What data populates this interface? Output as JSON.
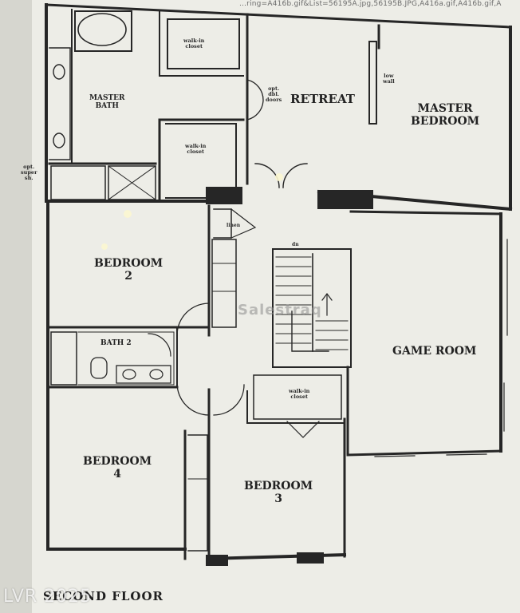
{
  "header_url_text": "...ring=A416b.gif&List=56195A.jpg,56195B.JPG,A416a.gif,A416b.gif,A",
  "rooms": {
    "master_bath": [
      "MASTER",
      "BATH"
    ],
    "walk_in_closet_top": [
      "walk-in",
      "closet"
    ],
    "walk_in_closet_mid": [
      "walk-in",
      "closet"
    ],
    "walk_in_closet_bed3": [
      "walk-in",
      "closet"
    ],
    "retreat": "RETREAT",
    "master_bedroom": [
      "MASTER",
      "BEDROOM"
    ],
    "low_wall": [
      "low",
      "wall"
    ],
    "opt_dbl_doors": [
      "opt.",
      "dbl.",
      "doors"
    ],
    "opt_super_sh": [
      "opt.",
      "super",
      "sh."
    ],
    "bedroom_2": [
      "BEDROOM",
      "2"
    ],
    "bath_2": "BATH 2",
    "game_room": "GAME ROOM",
    "bedroom_4": [
      "BEDROOM",
      "4"
    ],
    "bedroom_3": [
      "BEDROOM",
      "3"
    ],
    "stair_dn": "dn",
    "linen": "linen"
  },
  "watermark": "Salestraq",
  "footer": {
    "brand": "LVR 2025",
    "floor_title": "SECOND FLOOR"
  },
  "colors": {
    "paper": "#eeeee8",
    "wall": "#262626",
    "background": "#d9d9d3"
  }
}
